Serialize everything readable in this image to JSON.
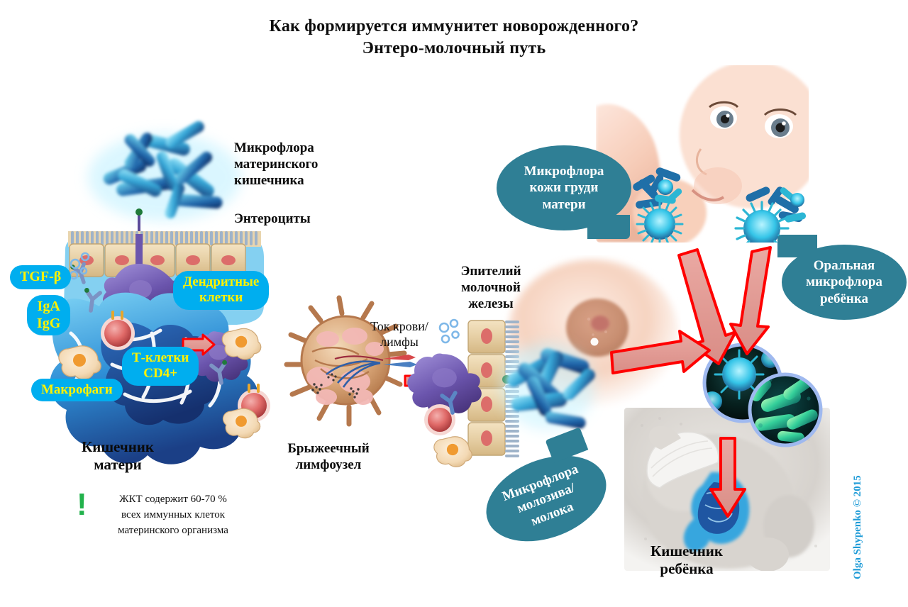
{
  "title": {
    "line1": "Как формируется иммунитет новорожденного?",
    "line2": "Энтеро-молочный путь"
  },
  "labels": {
    "maternal_microflora": "Микрофлора\nматеринского\nкишечника",
    "enterocytes": "Энтероциты",
    "mother_intestine": "Кишечник\nматери",
    "mesenteric_node": "Брыжеечный\nлимфоузел",
    "blood_lymph_flow": "Ток крови/\nлимфы",
    "mammary_epithelium": "Эпителий\nмолочной\nжелезы",
    "baby_intestine": "Кишечник\nребёнка"
  },
  "pills": [
    {
      "id": "tgf-beta",
      "text": "TGF-β"
    },
    {
      "id": "iga-igg",
      "text": "IgA\nIgG"
    },
    {
      "id": "dendritic-cells",
      "text": "Дендритные\nклетки"
    },
    {
      "id": "t-cells-cd4",
      "text": "Т-клетки\nCD4+"
    },
    {
      "id": "macrophages",
      "text": "Макрофаги"
    }
  ],
  "bubbles": [
    {
      "id": "breast-skin-microflora",
      "text": "Микрофлора\nкожи груди\nматери"
    },
    {
      "id": "oral-microflora-child",
      "text": "Оральная\nмикрофлора\nребёнка"
    },
    {
      "id": "colostrum-milk-microflora",
      "text": "Микрофлора\nмолозива/\nмолока"
    }
  ],
  "note": {
    "marker": "!",
    "text": "ЖКТ содержит 60-70 %\nвсех иммунных  клеток\nматеринского  организма"
  },
  "copyright": "Olga Shypenko © 2015",
  "colors": {
    "pill_bg": "#00AEEF",
    "pill_text": "#FFF200",
    "bubble_bg": "#2F7F95",
    "bubble_text": "#FFFFFF",
    "arrow_outline": "#FF0000",
    "arrow_fill": "#E09A95",
    "copyright": "#1E9BD7",
    "note_marker": "#22B24C",
    "background": "#FFFFFF"
  }
}
